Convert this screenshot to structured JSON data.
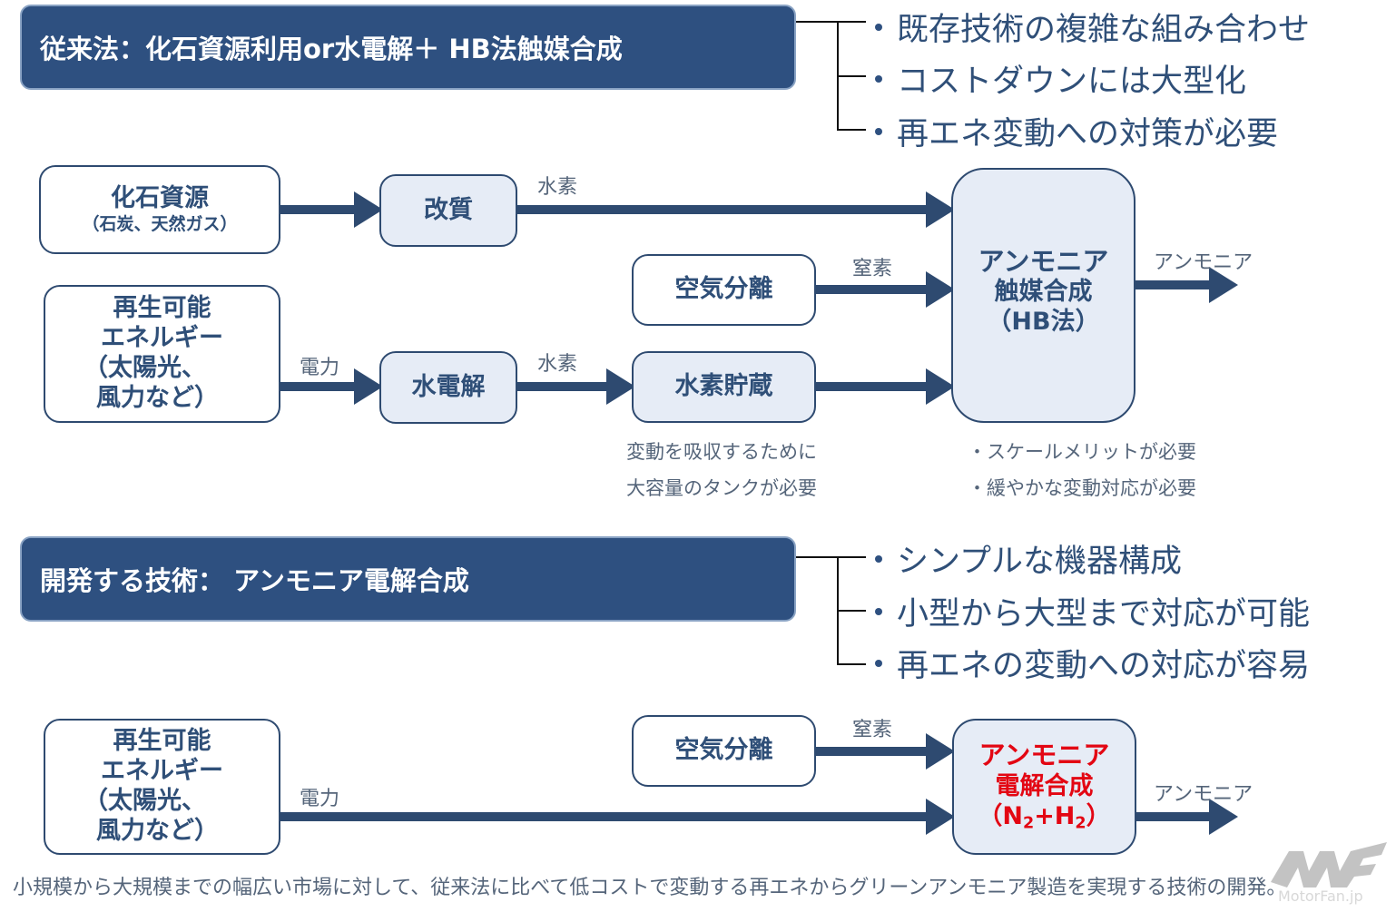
{
  "conventional": {
    "banner": "従来法：化石資源利用or水電解＋ HB法触媒合成",
    "bullets": [
      "既存技術の複雑な組み合わせ",
      "コストダウンには大型化",
      "再エネ変動への対策が必要"
    ],
    "nodes": {
      "fossil_title": "化石資源",
      "fossil_sub": "（石炭、天然ガス）",
      "reforming": "改質",
      "renewable_l1": "再生可能",
      "renewable_l2": "エネルギー",
      "renewable_l3": "（太陽光、",
      "renewable_l4": "風力など）",
      "electrolysis": "水電解",
      "air_separation": "空気分離",
      "h2_storage": "水素貯蔵",
      "hb_l1": "アンモニア",
      "hb_l2": "触媒合成",
      "hb_l3": "（HB法）"
    },
    "flow_labels": {
      "hydrogen_top": "水素",
      "nitrogen": "窒素",
      "power": "電力",
      "hydrogen_mid": "水素",
      "ammonia_out": "アンモニア"
    },
    "notes": {
      "storage_l1": "変動を吸収するために",
      "storage_l2": "大容量のタンクが必要",
      "hb_l1": "・スケールメリットが必要",
      "hb_l2": "・緩やかな変動対応が必要"
    }
  },
  "developing": {
    "banner": "開発する技術： アンモニア電解合成",
    "bullets": [
      "シンプルな機器構成",
      "小型から大型まで対応が可能",
      "再エネの変動への対応が容易"
    ],
    "nodes": {
      "renewable_l1": "再生可能",
      "renewable_l2": "エネルギー",
      "renewable_l3": "（太陽光、",
      "renewable_l4": "風力など）",
      "air_separation": "空気分離",
      "ec_l1": "アンモニア",
      "ec_l2": "電解合成",
      "ec_l3_open": "（N",
      "ec_l3_sub1": "2",
      "ec_l3_plus": "+H",
      "ec_l3_sub2": "2",
      "ec_l3_close": "）"
    },
    "flow_labels": {
      "nitrogen": "窒素",
      "power": "電力",
      "ammonia_out": "アンモニア"
    }
  },
  "footer": "小規模から大規模までの幅広い市場に対して、従来法に比べて低コストで変動する再エネからグリーンアンモニア製造を実現する技術の開発。",
  "watermark": "MotorFan.jp",
  "colors": {
    "navy": "#2e5080",
    "arrow": "#2e4a70",
    "node_fill": "#e6ecf6",
    "accent_red": "#e30613",
    "text": "#2f4f78"
  }
}
